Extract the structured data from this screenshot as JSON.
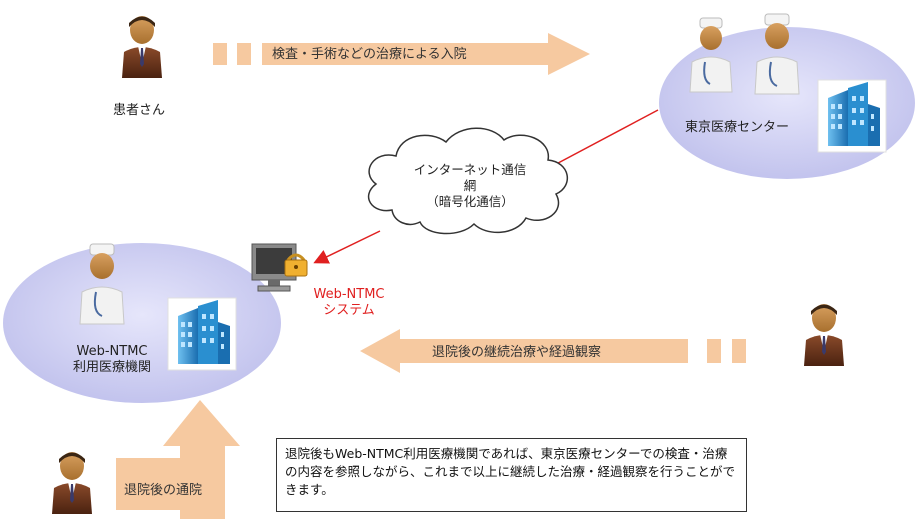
{
  "patient": {
    "label": "患者さん"
  },
  "admission_flow": {
    "label": "検査・手術などの治療による入院"
  },
  "center": {
    "label": "東京医療センター"
  },
  "network": {
    "line1": "インターネット通信",
    "line2": "網",
    "line3": "（暗号化通信）"
  },
  "system": {
    "line1": "Web-NTMC",
    "line2": "システム"
  },
  "partner": {
    "line1": "Web-NTMC",
    "line2": "利用医療機関"
  },
  "followup_flow": {
    "label": "退院後の継続治療や経過観察"
  },
  "outpatient_flow": {
    "label": "退院後の通院"
  },
  "note": {
    "text": "退院後もWeb-NTMC利用医療機関であれば、東京医療センターでの検査・治療の内容を参照しながら、これまで以上に継続した治療・経過観察を行うことができます。"
  },
  "colors": {
    "ellipse": "#c9c9f0",
    "arrow": "#f6c9a0",
    "arrow_text": "#333333",
    "red_line": "#e02020",
    "system_text": "#e02020",
    "building": "#2a8fd0"
  },
  "icons": [
    "person-icon",
    "doctor-icon",
    "hospital-building-icon",
    "cloud-icon",
    "computer-lock-icon"
  ]
}
